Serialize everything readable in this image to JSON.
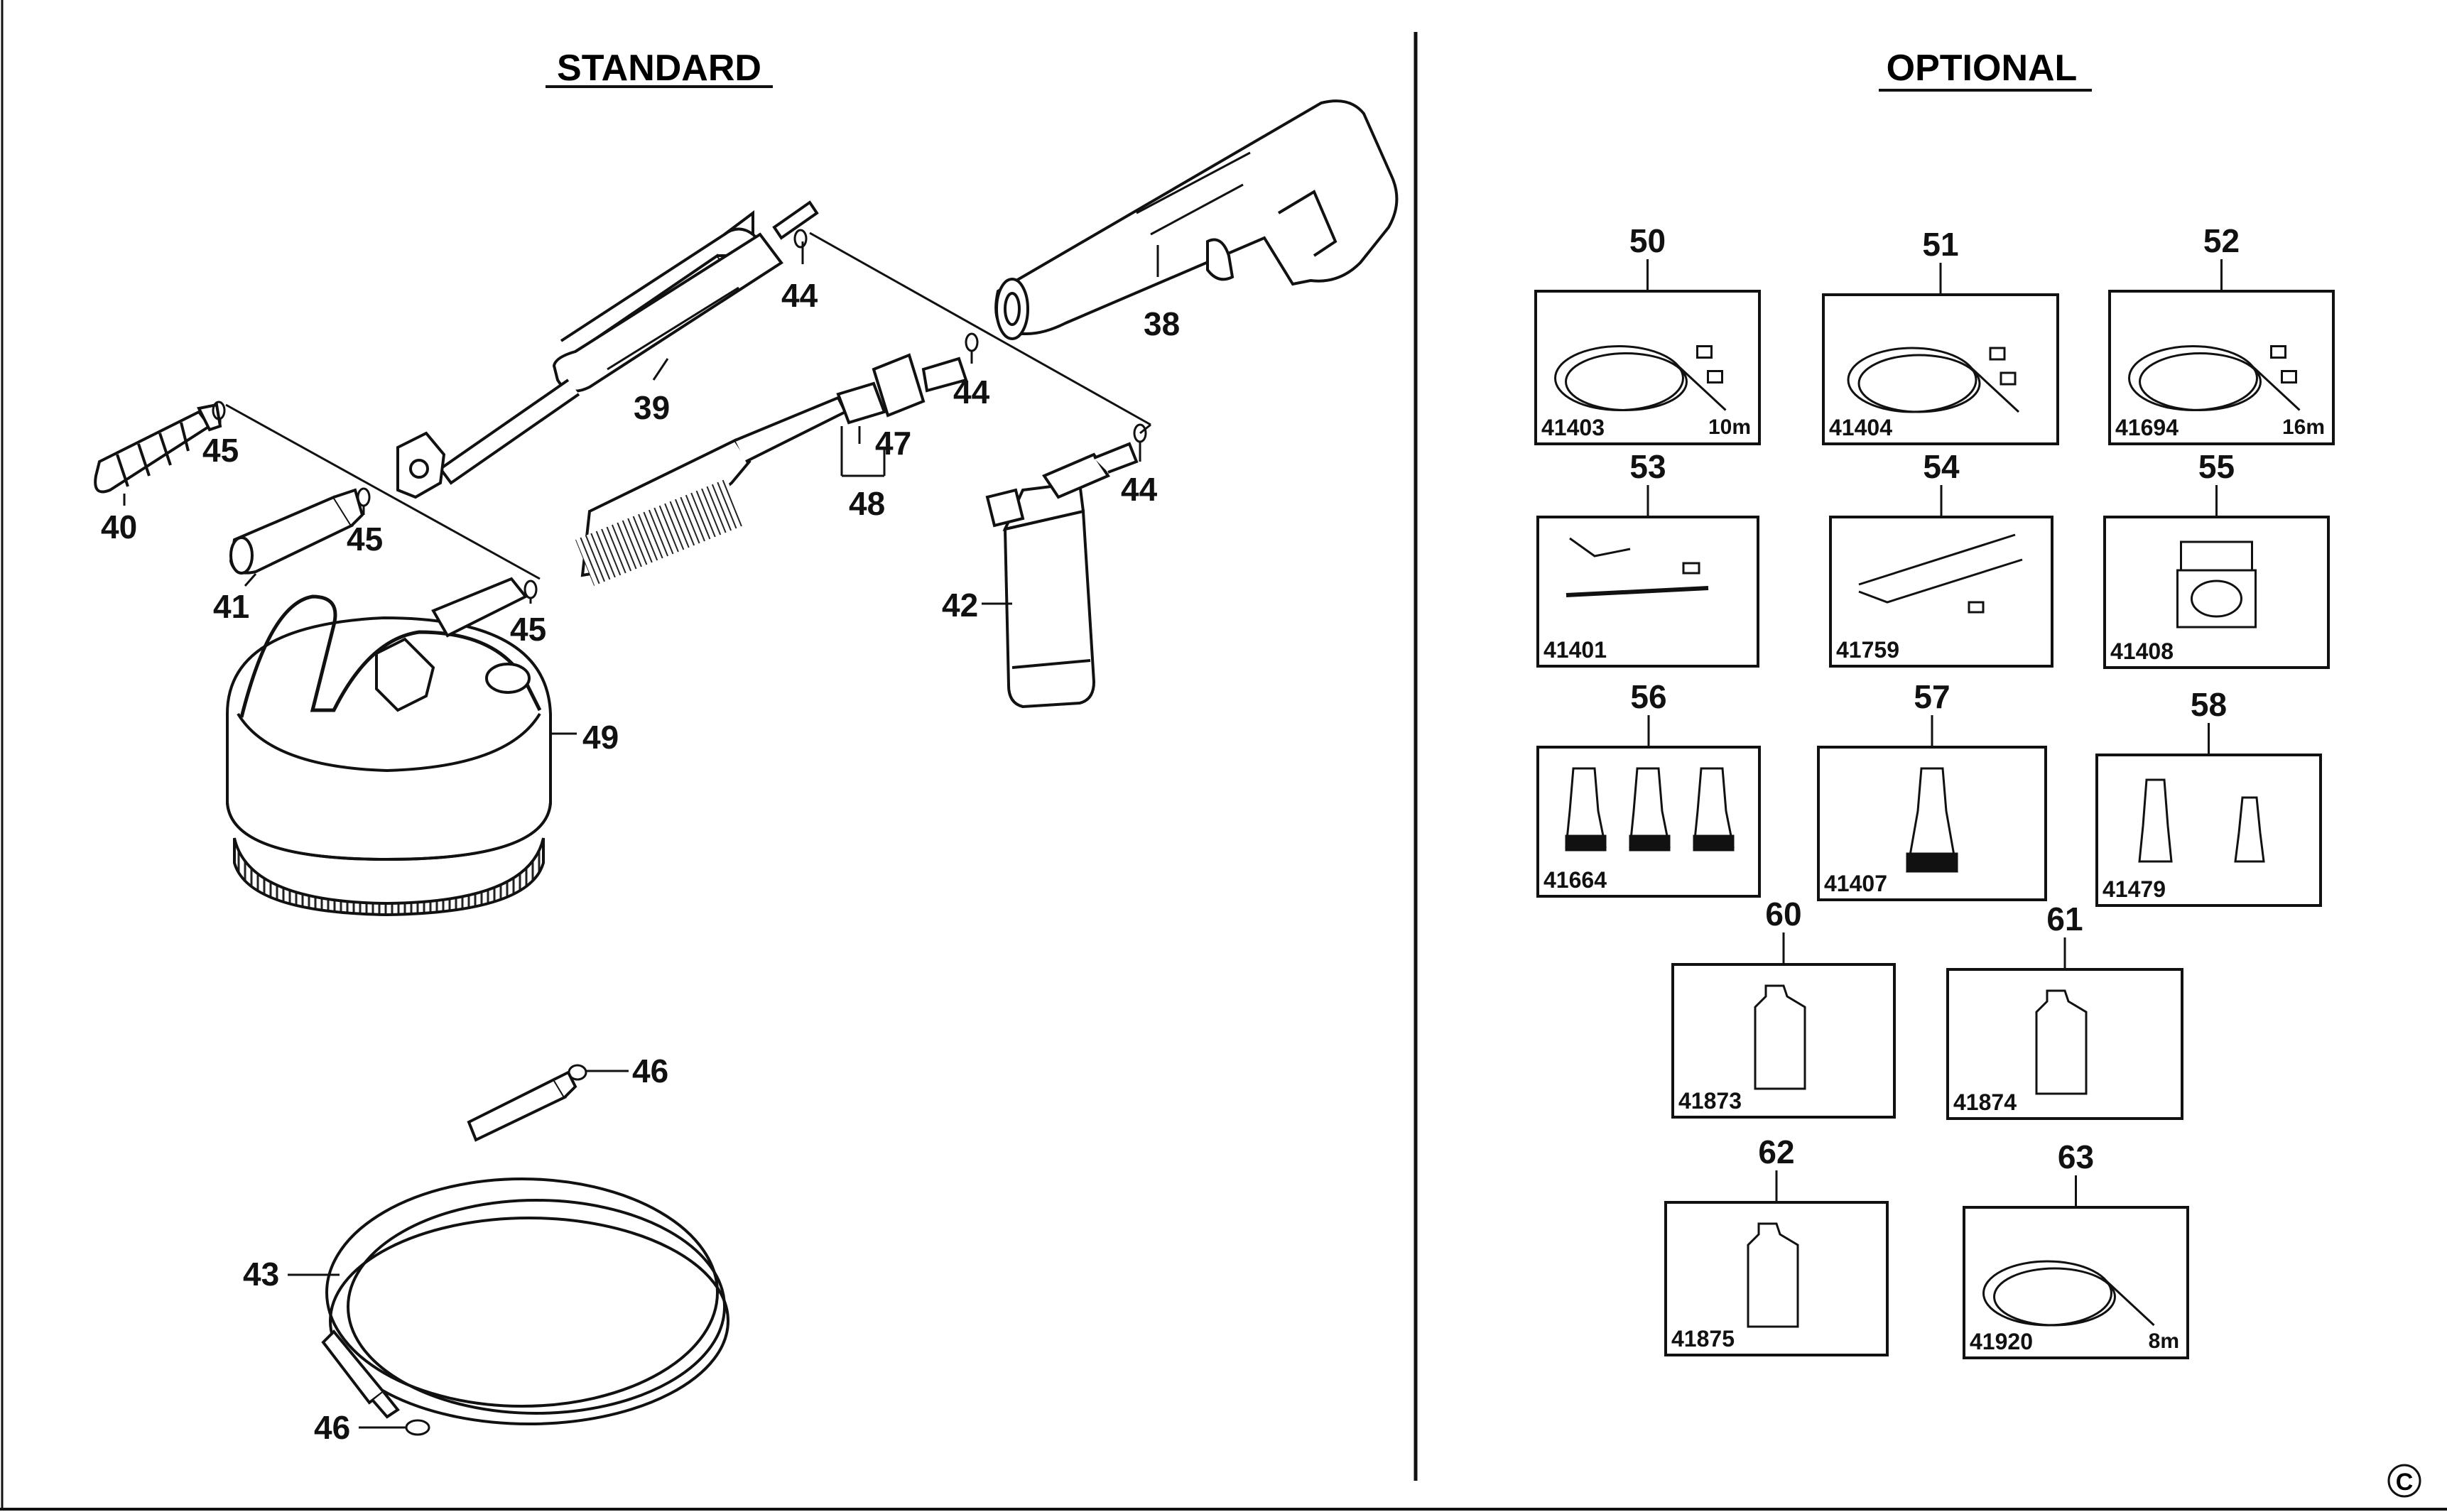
{
  "standard": {
    "title": "STANDARD",
    "callouts": {
      "c38": "38",
      "c39": "39",
      "c40": "40",
      "c41": "41",
      "c42": "42",
      "c43": "43",
      "c44a": "44",
      "c44b": "44",
      "c44c": "44",
      "c45a": "45",
      "c45b": "45",
      "c45c": "45",
      "c46a": "46",
      "c46b": "46",
      "c47": "47",
      "c48": "48",
      "c49": "49"
    }
  },
  "optional": {
    "title": "OPTIONAL",
    "items": [
      {
        "num": "50",
        "code": "41403",
        "note": "10m"
      },
      {
        "num": "51",
        "code": "41404",
        "note": ""
      },
      {
        "num": "52",
        "code": "41694",
        "note": "16m"
      },
      {
        "num": "53",
        "code": "41401",
        "note": ""
      },
      {
        "num": "54",
        "code": "41759",
        "note": ""
      },
      {
        "num": "55",
        "code": "41408",
        "note": ""
      },
      {
        "num": "56",
        "code": "41664",
        "note": ""
      },
      {
        "num": "57",
        "code": "41407",
        "note": ""
      },
      {
        "num": "58",
        "code": "41479",
        "note": ""
      },
      {
        "num": "60",
        "code": "41873",
        "note": ""
      },
      {
        "num": "61",
        "code": "41874",
        "note": ""
      },
      {
        "num": "62",
        "code": "41875",
        "note": ""
      },
      {
        "num": "63",
        "code": "41920",
        "note": "8m"
      }
    ]
  },
  "copyright": "C"
}
